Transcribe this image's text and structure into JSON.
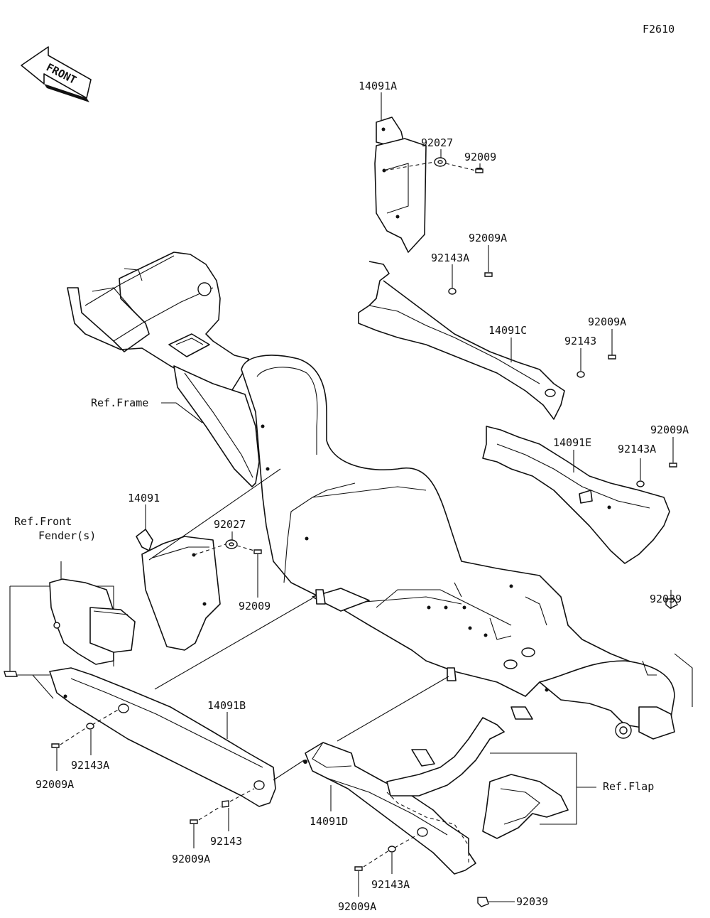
{
  "diagram_code": "F2610",
  "front_arrow_label": "FRONT",
  "labels": {
    "p14091A": "14091A",
    "p92027_top": "92027",
    "p92009_top": "92009",
    "p92009A_a": "92009A",
    "p92143A_a": "92143A",
    "p14091C": "14091C",
    "p92009A_b": "92009A",
    "p92143_a": "92143",
    "ref_frame": "Ref.Frame",
    "p14091E": "14091E",
    "p92009A_c": "92009A",
    "p92143A_b": "92143A",
    "p92039_a": "92039",
    "p14091": "14091",
    "p92027_mid": "92027",
    "p92009_mid": "92009",
    "ref_front_fender_1": "Ref.Front",
    "ref_front_fender_2": "Fender(s)",
    "p14091B": "14091B",
    "p92143A_c": "92143A",
    "p92009A_d": "92009A",
    "p92143_b": "92143",
    "p92009A_e": "92009A",
    "p14091D": "14091D",
    "ref_flap": "Ref.Flap",
    "p92143A_d": "92143A",
    "p92009A_f": "92009A",
    "p92039_b": "92039"
  }
}
